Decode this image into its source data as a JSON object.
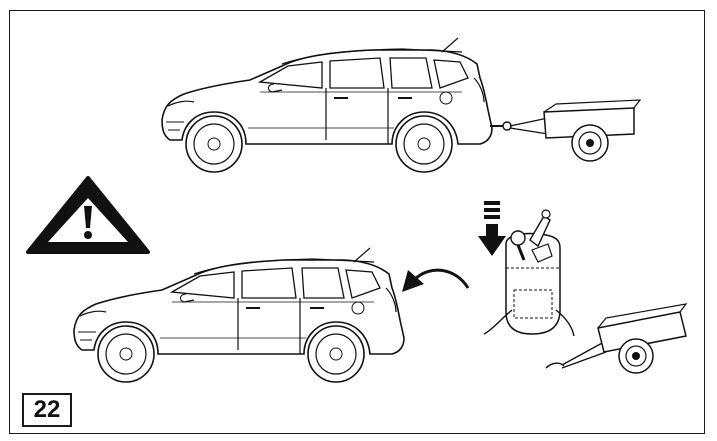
{
  "page": {
    "step_number": "22"
  },
  "illustrations": {
    "top": "car-towing-trailer",
    "warning": "warning-icon",
    "bottom": "car-with-towbar-removed",
    "towbar_bag": "towbar-storage-bag",
    "trailer": "detached-trailer"
  }
}
